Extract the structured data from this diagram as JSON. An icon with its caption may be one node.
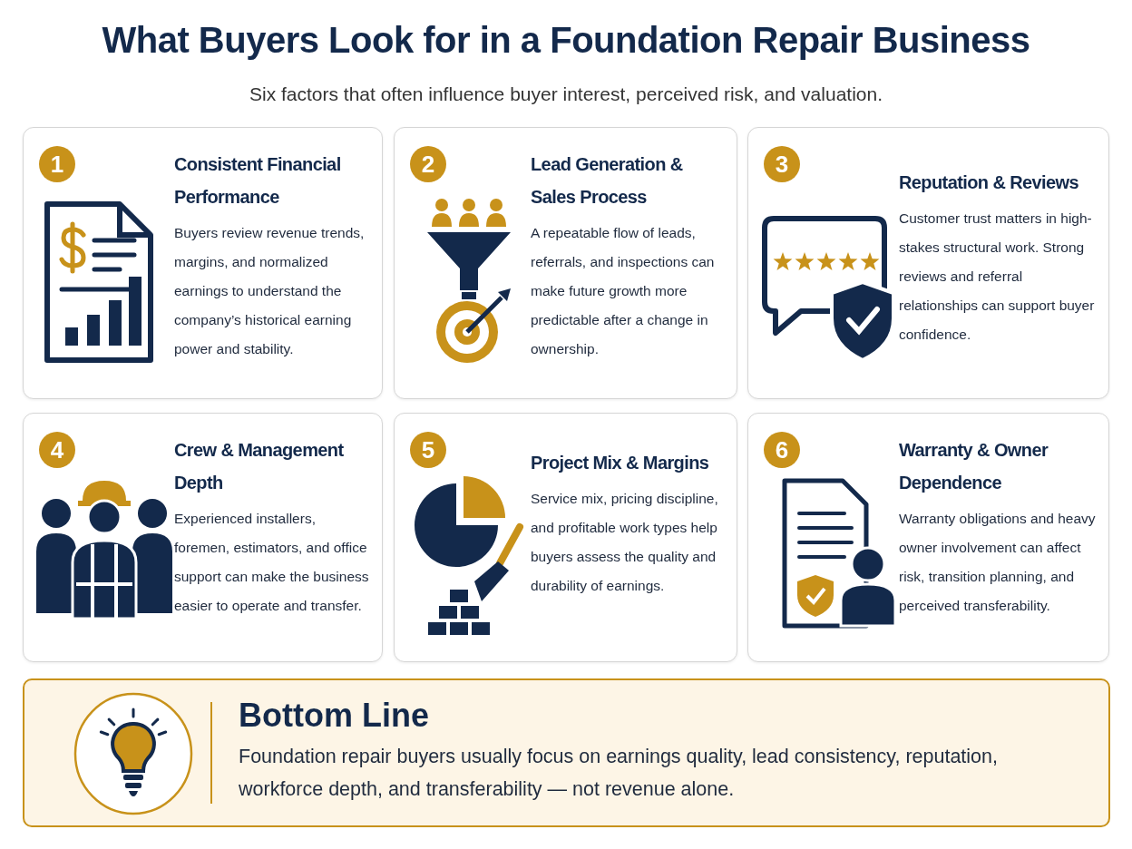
{
  "diagram": {
    "title": "What Buyers Look for in a Foundation Repair Business",
    "nodes": [
      {
        "text": [
          "1",
          "Consistent Financial Performance",
          "Buyers review revenue trends, margins, and normalized earnings to understand the company’s historical earning power and stability."
        ]
      },
      {
        "text": [
          "2",
          "Lead Generation & Sales Process",
          "A repeatable flow of leads, referrals, and inspections can make future growth more predictable after a change in ownership."
        ]
      },
      {
        "text": [
          "3",
          "Reputation & Reviews",
          "Customer trust matters in high-stakes structural work. Strong reviews and referral relationships can support buyer confidence."
        ]
      },
      {
        "text": [
          "4",
          "Crew & Management Depth",
          "Experienced installers, foremen, estimators, and office support can make the business easier to operate and transfer."
        ]
      },
      {
        "text": [
          "5",
          "Project Mix & Margins",
          "Service mix, pricing discipline, and profitable work types help buyers assess the quality and durability of earnings."
        ]
      },
      {
        "text": [
          "6",
          "Warranty & Owner Dependence",
          "Warranty obligations and heavy owner involvement can affect risk, transition planning, and perceived transferability."
        ]
      },
      {
        "text": [
          "Bottom Line",
          "Foundation repair buyers usually focus on earnings quality, lead consistency, reputation, workforce depth, and transferability — not revenue alone."
        ]
      }
    ],
    "edges": [],
    "labels": [
      "Six factors that often influence buyer interest, perceived risk, and valuation."
    ]
  }
}
